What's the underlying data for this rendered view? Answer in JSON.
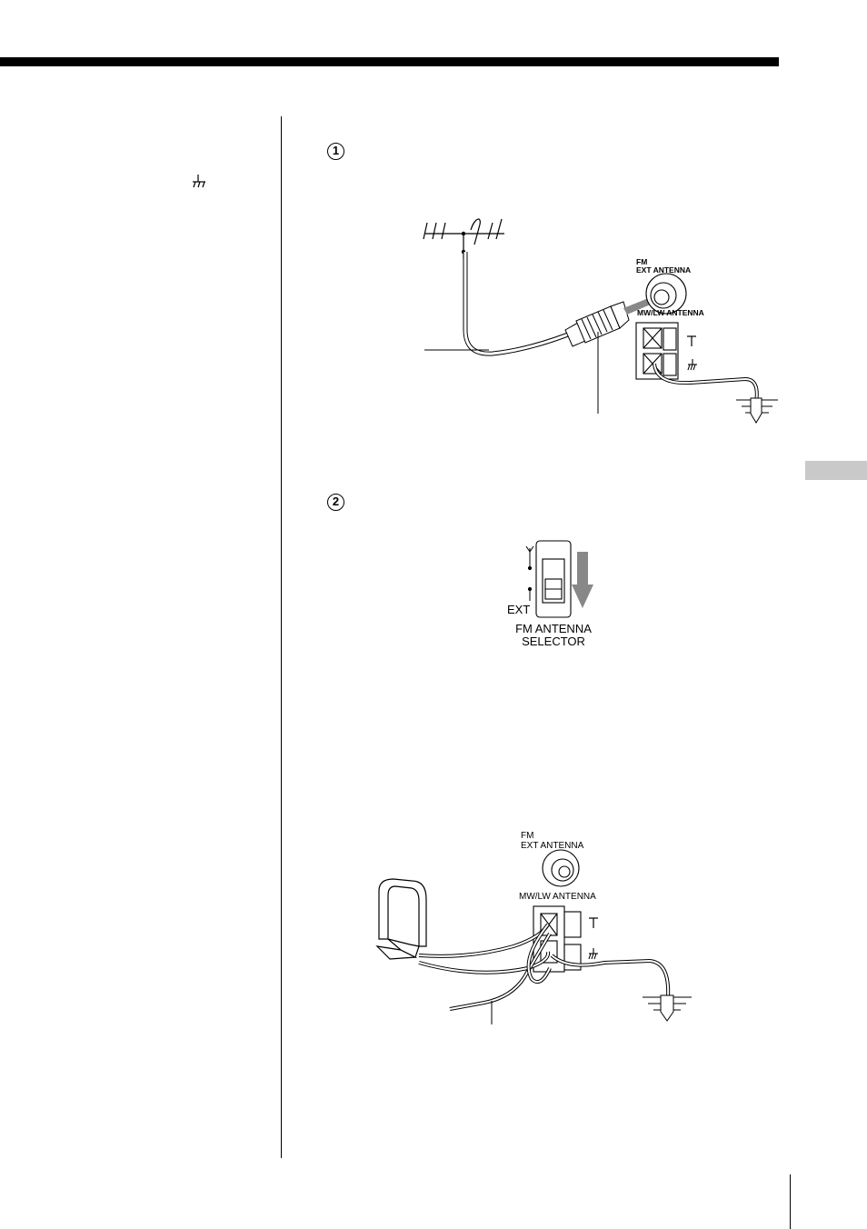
{
  "steps": {
    "step1": "1",
    "step2": "2"
  },
  "figure1": {
    "fm_label": "FM",
    "ext_antenna_label": "EXT ANTENNA",
    "mwlw_label": "MW/LW ANTENNA"
  },
  "figure2": {
    "ext_label": "EXT",
    "selector_line1": "FM ANTENNA",
    "selector_line2": "SELECTOR"
  },
  "figure3": {
    "fm_label": "FM",
    "ext_antenna_label": "EXT ANTENNA",
    "mwlw_label": "MW/LW ANTENNA"
  },
  "icons": [
    "antenna-terminal-icon",
    "ground-icon",
    "earth-ground-icon",
    "fm-antenna-icon"
  ]
}
